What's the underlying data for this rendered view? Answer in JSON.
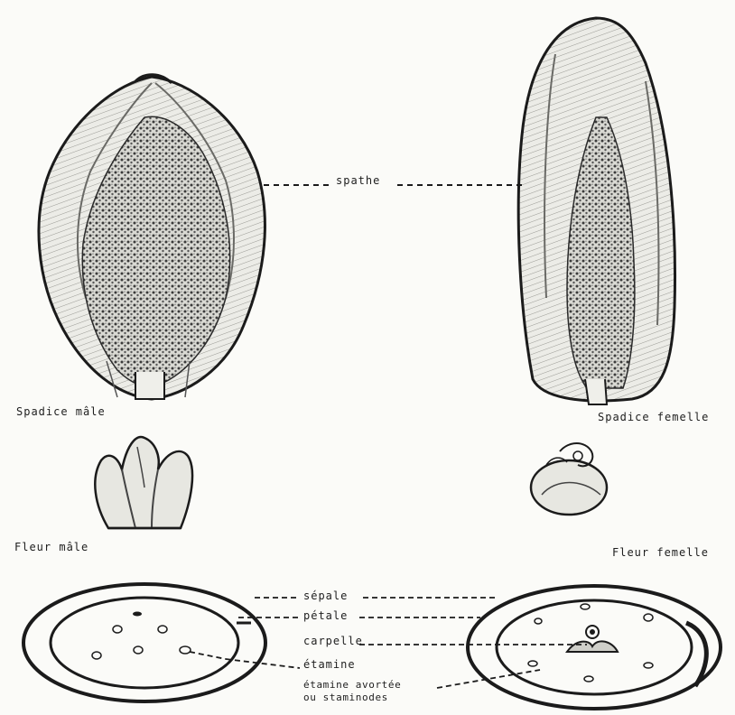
{
  "labels": {
    "male_spadix": "Spadice mâle",
    "female_spadix": "Spadice femelle",
    "male_flower": "Fleur mâle",
    "female_flower": "Fleur femelle",
    "spathe": "spathe",
    "sepale": "sépale",
    "petale": "pétale",
    "carpelle": "carpelle",
    "etamine": "étamine",
    "staminode_line1": "étamine avortée",
    "staminode_line2": "ou staminodes"
  },
  "colors": {
    "ink": "#1b1b1b",
    "paper": "#fbfbf8",
    "shade": "#8a8a86"
  }
}
